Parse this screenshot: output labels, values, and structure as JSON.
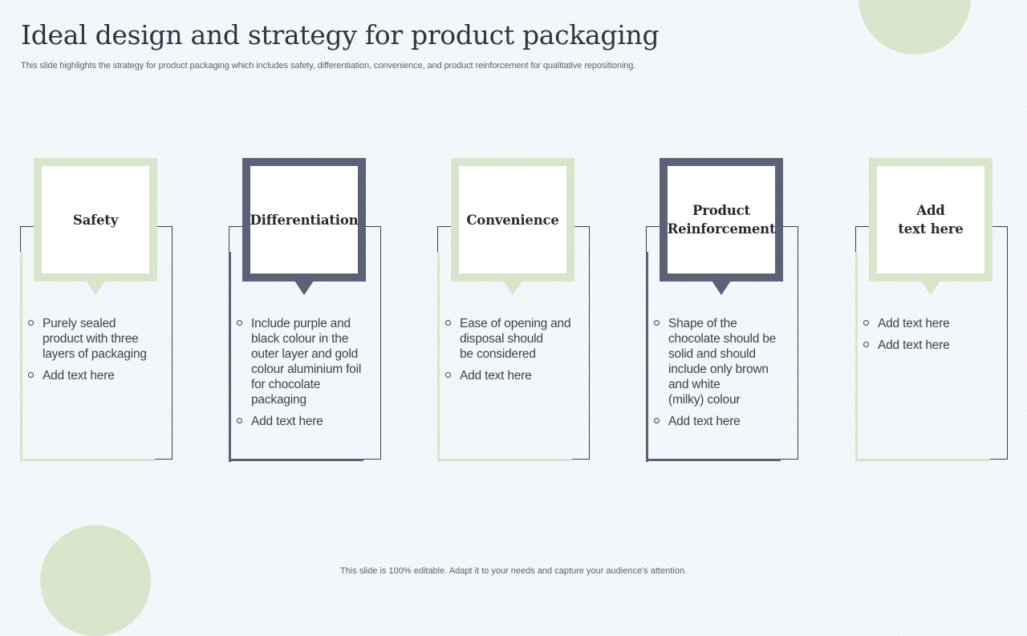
{
  "slide": {
    "title": "Ideal design and strategy for product packaging",
    "subtitle": "This slide highlights the strategy for product packaging which includes safety, differentiation, convenience, and product reinforcement for qualitative repositioning.",
    "footer": "This slide is 100% editable. Adapt it to your needs and capture your audience's attention."
  },
  "colors": {
    "accent_green": "#d7e6cb",
    "accent_slate": "#5b6278",
    "text_dark": "#2f3540"
  },
  "cards": [
    {
      "label": "Safety",
      "bullets": [
        "Purely sealed\nproduct with three\nlayers of packaging",
        "Add text here"
      ]
    },
    {
      "label": "Differentiation",
      "bullets": [
        "Include purple and\nblack colour in the\nouter layer and gold\ncolour aluminium foil\nfor chocolate\npackaging",
        "Add text here"
      ]
    },
    {
      "label": "Convenience",
      "bullets": [
        "Ease of opening and\ndisposal should\nbe considered",
        "Add text here"
      ]
    },
    {
      "label": "Product\nReinforcement",
      "bullets": [
        "Shape of the\nchocolate should be\nsolid and should\ninclude only brown\nand white\n(milky) colour",
        "Add text here"
      ]
    },
    {
      "label": "Add\ntext here",
      "bullets": [
        "Add text here",
        "Add text here"
      ]
    }
  ]
}
